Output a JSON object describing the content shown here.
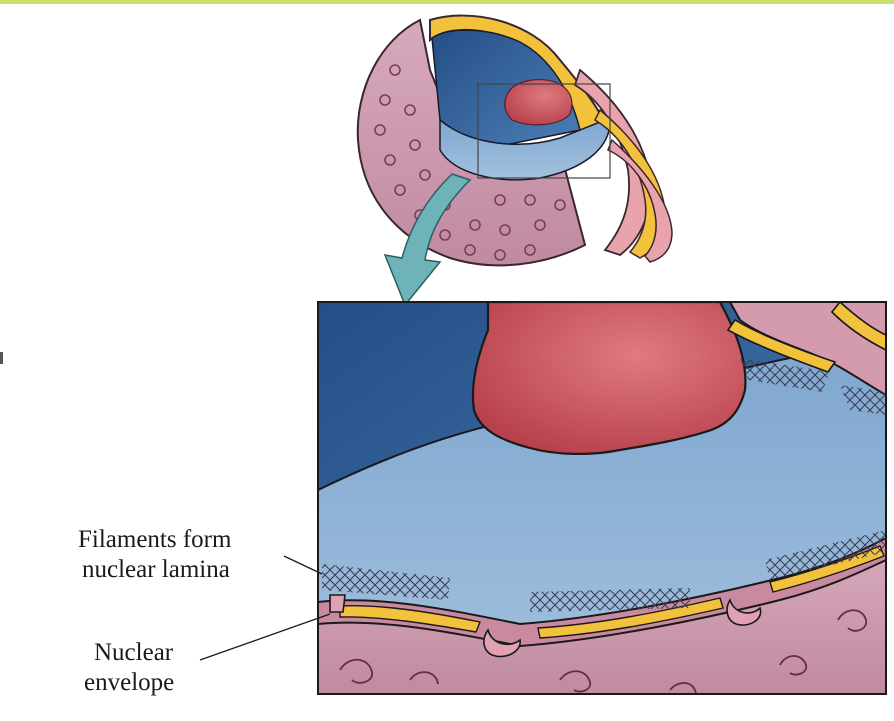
{
  "labels": {
    "filaments_line1": "Filaments form",
    "filaments_line2": "nuclear lamina",
    "envelope_line1": "Nuclear",
    "envelope_line2": "envelope"
  },
  "colors": {
    "nucleoplasm_dark": "#2f5f96",
    "nucleoplasm_light": "#8fb2d6",
    "nucleolus": "#c44d57",
    "envelope_membrane": "#c98aa0",
    "lumen": "#f2c23c",
    "cytoplasm": "#cf9db1",
    "arrow": "#5fa9b0",
    "frame_border": "#c8e06a"
  },
  "icons": [
    "cell-nucleus-cutaway",
    "down-left-arrow",
    "zoomed-nucleus-detail"
  ]
}
